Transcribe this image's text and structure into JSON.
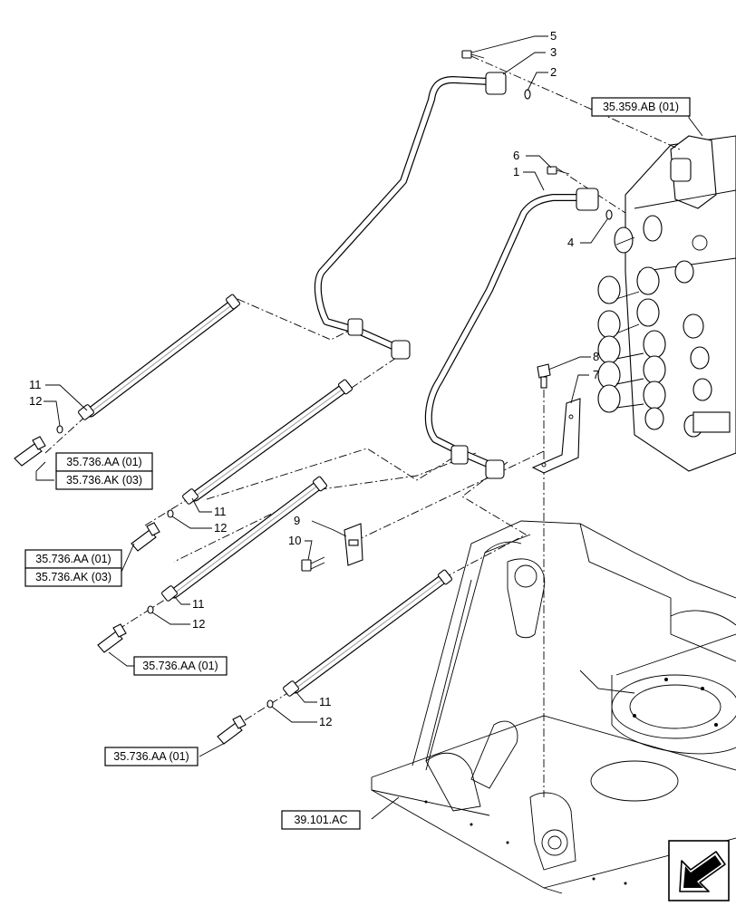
{
  "callouts": [
    {
      "id": "c5",
      "text": "5"
    },
    {
      "id": "c3",
      "text": "3"
    },
    {
      "id": "c2",
      "text": "2"
    },
    {
      "id": "c6",
      "text": "6"
    },
    {
      "id": "c1",
      "text": "1"
    },
    {
      "id": "c4",
      "text": "4"
    },
    {
      "id": "c8",
      "text": "8"
    },
    {
      "id": "c7",
      "text": "7"
    },
    {
      "id": "c11a",
      "text": "11"
    },
    {
      "id": "c12a",
      "text": "12"
    },
    {
      "id": "c11b",
      "text": "11"
    },
    {
      "id": "c12b",
      "text": "12"
    },
    {
      "id": "c9",
      "text": "9"
    },
    {
      "id": "c10",
      "text": "10"
    },
    {
      "id": "c11c",
      "text": "11"
    },
    {
      "id": "c12c",
      "text": "12"
    },
    {
      "id": "c11d",
      "text": "11"
    },
    {
      "id": "c12d",
      "text": "12"
    }
  ],
  "references": {
    "valve_block": "35.359.AB (01)",
    "group_a_1": "35.736.AA (01)",
    "group_a_2": "35.736.AK (03)",
    "group_b_1": "35.736.AA (01)",
    "group_b_2": "35.736.AK (03)",
    "group_c": "35.736.AA (01)",
    "group_d": "35.736.AA (01)",
    "frame": "39.101.AC"
  },
  "icons": {
    "nav": "arrow-left-down-icon"
  }
}
